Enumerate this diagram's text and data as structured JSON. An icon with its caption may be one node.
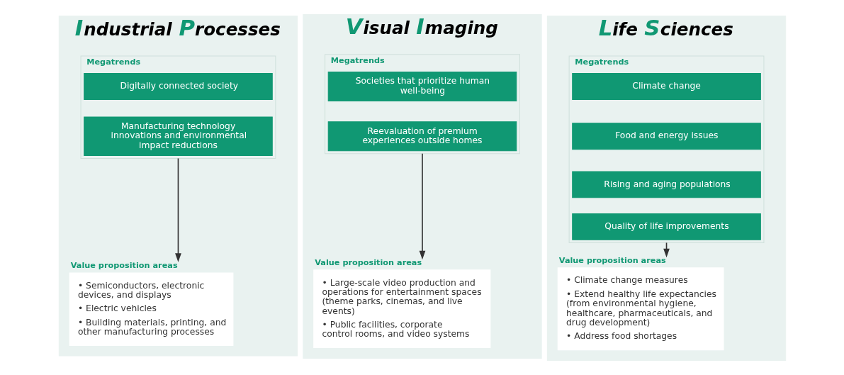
{
  "diagram": {
    "nodes": [
      {
        "text": [
          "Industrial Processes"
        ]
      },
      {
        "text": [
          "Megatrends"
        ],
        "in": 0
      },
      {
        "text": [
          "Digitally connected society"
        ],
        "in": 1
      },
      {
        "text": [
          "Manufacturing technology innovations and environmental impact reductions"
        ],
        "in": 1
      },
      {
        "text": [
          "Value proposition areas",
          "• Semiconductors, electronic devices, and displays",
          "• Electric vehicles",
          "• Building materials, printing, and other manufacturing processes"
        ],
        "in": 0
      },
      {
        "text": [
          "Visual Imaging"
        ]
      },
      {
        "text": [
          "Megatrends"
        ],
        "in": 5
      },
      {
        "text": [
          "Societies that prioritize human well-being"
        ],
        "in": 6
      },
      {
        "text": [
          "Reevaluation of premium experiences outside homes"
        ],
        "in": 6
      },
      {
        "text": [
          "Value proposition areas",
          "• Large-scale video production and operations for entertainment spaces (theme parks, cinemas, and live events)",
          "• Public facilities, corporate control rooms, and video systems"
        ],
        "in": 5
      },
      {
        "text": [
          "Life Sciences"
        ]
      },
      {
        "text": [
          "Megatrends"
        ],
        "in": 10
      },
      {
        "text": [
          "Climate change"
        ],
        "in": 11
      },
      {
        "text": [
          "Food and energy issues"
        ],
        "in": 11
      },
      {
        "text": [
          "Rising and aging populations"
        ],
        "in": 11
      },
      {
        "text": [
          "Quality of life improvements"
        ],
        "in": 11
      },
      {
        "text": [
          "Value proposition areas",
          "• Climate change measures",
          "• Extend healthy life expectancies (from environmental hygiene, healthcare, pharmaceuticals, and drug development)",
          "• Address food shortages"
        ],
        "in": 10
      }
    ],
    "edges": [
      {
        "from": 1,
        "to": 4,
        "arrow": "to"
      },
      {
        "from": 6,
        "to": 9,
        "arrow": "to"
      },
      {
        "from": 11,
        "to": 16,
        "arrow": "to"
      }
    ]
  }
}
